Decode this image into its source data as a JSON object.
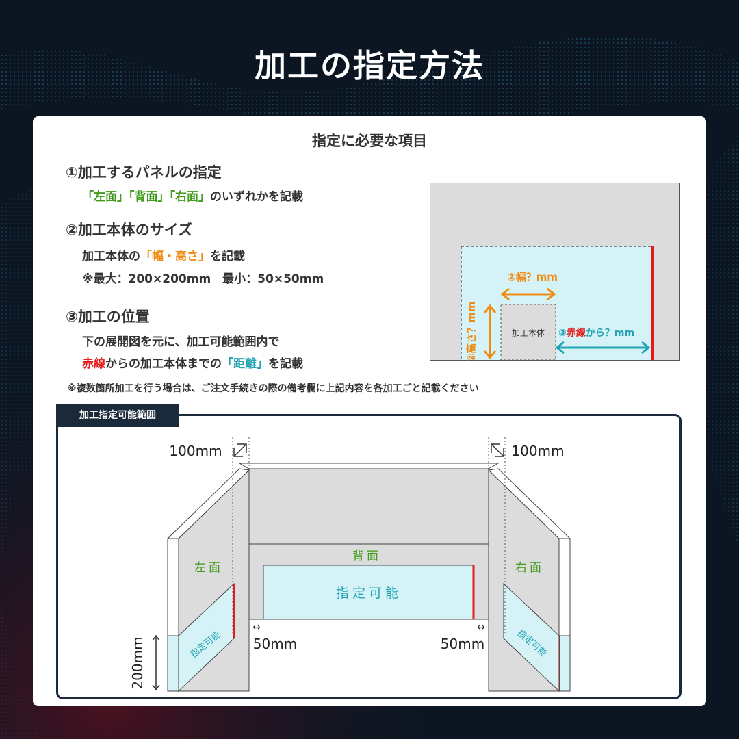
{
  "title": "加工の指定方法",
  "card": {
    "heading": "指定に必要な項目",
    "section1": {
      "title": "①加工するパネルの指定",
      "left_panel": "「左面」",
      "back_panel": "「背面」",
      "right_panel": "「右面」",
      "suffix": "のいずれかを記載"
    },
    "section2": {
      "title": "②加工本体のサイズ",
      "prefix": "加工本体の",
      "highlight": "「幅・高さ」",
      "suffix": "を記載",
      "limits": "※最大：200×200mm　最小：50×50mm"
    },
    "section3": {
      "title": "③加工の位置",
      "line1": "下の展開図を元に、加工可能範囲内で",
      "red_word": "赤線",
      "mid": "からの加工本体までの",
      "highlight": "「距離」",
      "suffix": "を記載"
    },
    "note": "※複数箇所加工を行う場合は、ご注文手続きの際の備考欄に上記内容を各加工ごと記載ください"
  },
  "small_diagram": {
    "width_label": "②幅？mm",
    "height_label": "②高さ？mm",
    "body_label": "加工本体",
    "distance_num": "③",
    "distance_red": "赤線",
    "distance_rest": "から？mm"
  },
  "range": {
    "tab_label": "加工指定可能範囲",
    "depth_left": "100mm",
    "depth_right": "100mm",
    "left_label": "左面",
    "back_label": "背面",
    "right_label": "右面",
    "area_label": "指定可能",
    "left_area_label": "指定可能",
    "right_area_label": "指定可能",
    "margin_left": "50mm",
    "margin_right": "50mm",
    "height_label": "200mm"
  },
  "colors": {
    "accent_orange": "#f08c14",
    "accent_green": "#3e9a18",
    "accent_red": "#e51a1a",
    "accent_teal": "#22a3b4",
    "area_fill": "#d5f3f7",
    "panel_gray": "#dcdcdc",
    "dark_navy": "#1a2a3a"
  }
}
